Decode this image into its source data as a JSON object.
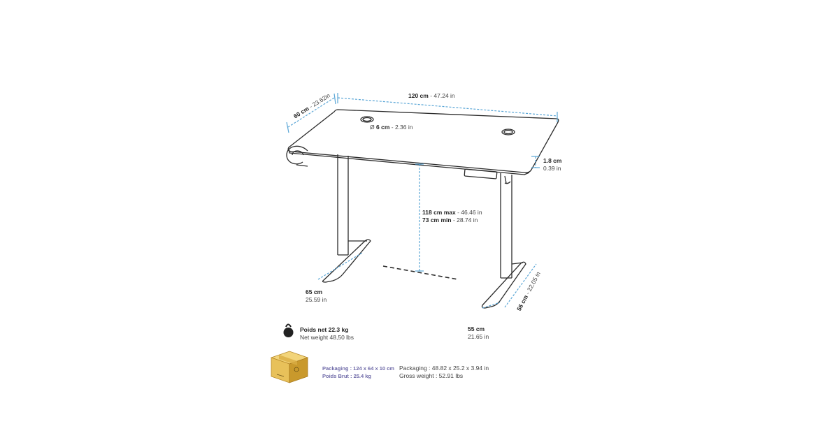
{
  "colors": {
    "dimension_line": "#5aa6d6",
    "desk_outline": "#2b2b2b",
    "box_fill": "#e8c15a",
    "box_side": "#c9992c",
    "packaging_accent": "#6f6aa8"
  },
  "dimensions": {
    "width": {
      "metric": "120 cm",
      "imperial": "47.24 in"
    },
    "depth": {
      "metric": "60 cm",
      "imperial": "23.62in"
    },
    "hole": {
      "symbol": "Ø",
      "metric": "6 cm",
      "imperial": "2.36 in"
    },
    "thickness": {
      "metric": "1.8 cm",
      "imperial": "0.39 in"
    },
    "height_max": {
      "metric": "118 cm max",
      "imperial": "46.46 in"
    },
    "height_min": {
      "metric": "73 cm min",
      "imperial": "28.74 in"
    },
    "foot_left": {
      "metric": "65 cm",
      "imperial": "25.59 in"
    },
    "foot_depth": {
      "metric": "56 cm",
      "imperial": "22.05 in"
    },
    "foot_width": {
      "metric": "55 cm",
      "imperial": "21.65 in"
    },
    "separator": " - "
  },
  "weight": {
    "icon": "kettlebell-icon",
    "fr": "Poids net 22.3 kg",
    "en": "Net weight 48,50 lbs"
  },
  "packaging": {
    "icon": "cardboard-box-icon",
    "fr_size": "Packaging : 124 x 64 x 10 cm",
    "fr_weight": "Poids Brut :  25.4 kg",
    "en_size": "Packaging : 48.82 x 25.2 x 3.94 in",
    "en_weight": "Gross weight : 52.91 lbs"
  }
}
